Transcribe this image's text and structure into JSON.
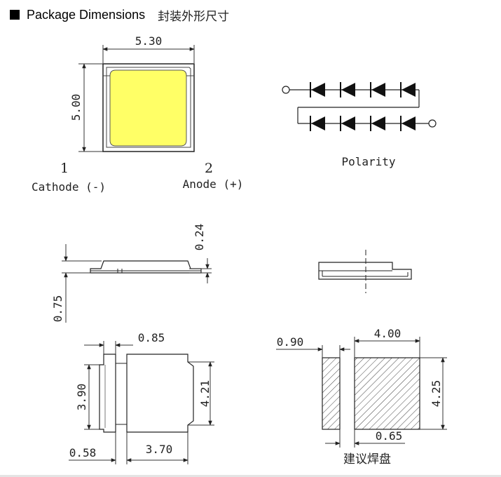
{
  "header": {
    "title": "Package Dimensions",
    "subtitle": "封装外形尺寸"
  },
  "top_view": {
    "width_dim": "5.30",
    "height_dim": "5.00",
    "pin1_number": "1",
    "pin1_label": "Cathode (-)",
    "pin2_number": "2",
    "pin2_label": "Anode (+)",
    "led_color": "#ffff66"
  },
  "polarity": {
    "label": "Polarity"
  },
  "side_view": {
    "top_dim": "0.24",
    "height_dim": "0.75"
  },
  "bottom_view": {
    "pad_width_dim": "0.85",
    "left_height_dim": "3.90",
    "right_height_dim": "4.21",
    "edge_dim": "0.58",
    "body_width_dim": "3.70"
  },
  "pad_layout": {
    "left_width_dim": "0.90",
    "right_width_dim": "4.00",
    "height_dim": "4.25",
    "gap_dim": "0.65",
    "caption": "建议焊盘"
  }
}
